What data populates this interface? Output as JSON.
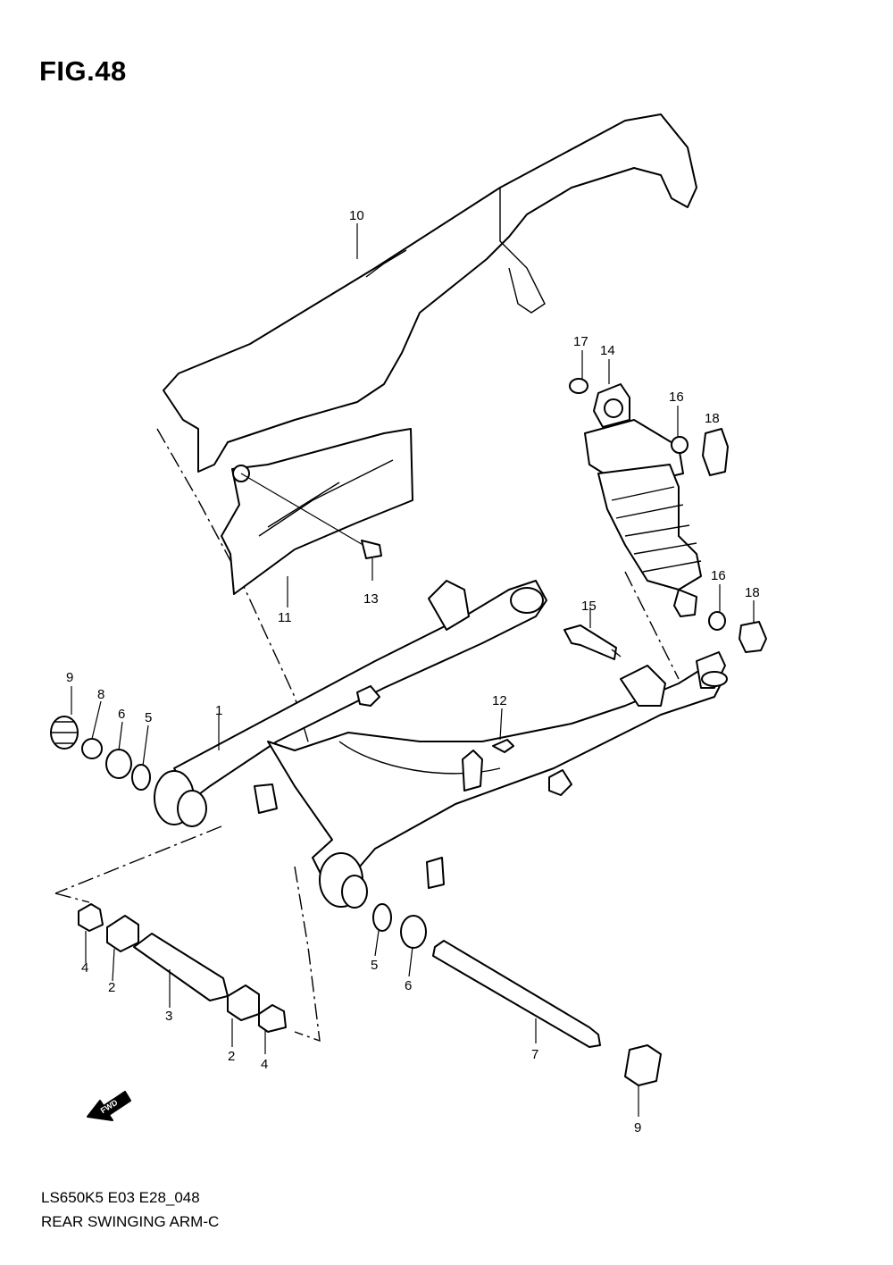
{
  "figure": {
    "title": "FIG.48",
    "model_code": "LS650K5 E03 E28_048",
    "assembly_name": "REAR SWINGING ARM-C",
    "fwd_label": "FWD"
  },
  "callouts": [
    "10",
    "17",
    "14",
    "16",
    "18",
    "11",
    "13",
    "16",
    "18",
    "15",
    "1",
    "9",
    "8",
    "6",
    "5",
    "12",
    "4",
    "2",
    "3",
    "2",
    "4",
    "5",
    "6",
    "7",
    "9"
  ]
}
